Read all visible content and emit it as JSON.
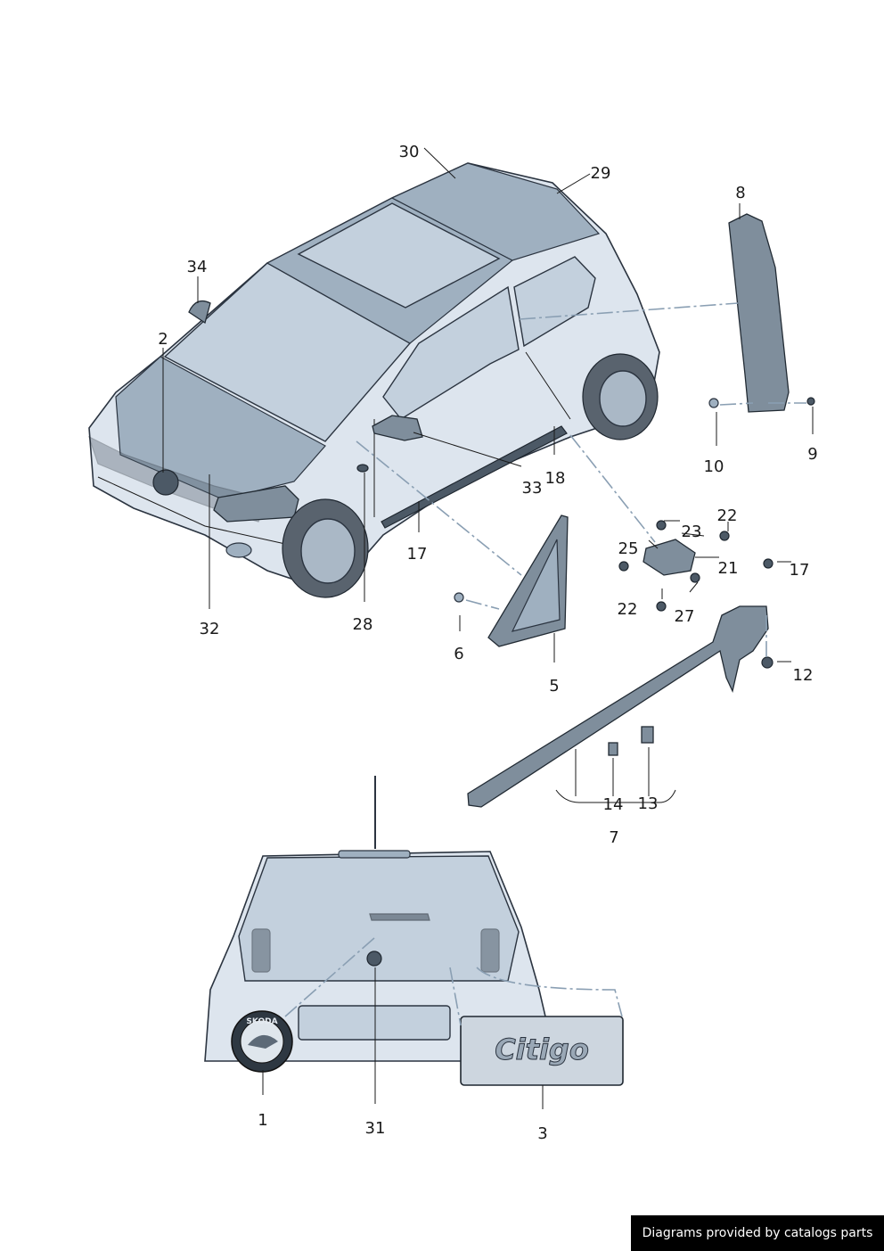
{
  "diagram": {
    "callouts": [
      "30",
      "29",
      "8",
      "34",
      "2",
      "10",
      "9",
      "33",
      "18",
      "22",
      "23",
      "25",
      "21",
      "17",
      "17",
      "22",
      "27",
      "12",
      "32",
      "28",
      "6",
      "5",
      "14",
      "13",
      "7",
      "1",
      "31",
      "3"
    ]
  },
  "badge_text": "Citigo",
  "emblem_text": "SKODA",
  "footer": {
    "credit": "Diagrams provided by catalogs parts"
  }
}
